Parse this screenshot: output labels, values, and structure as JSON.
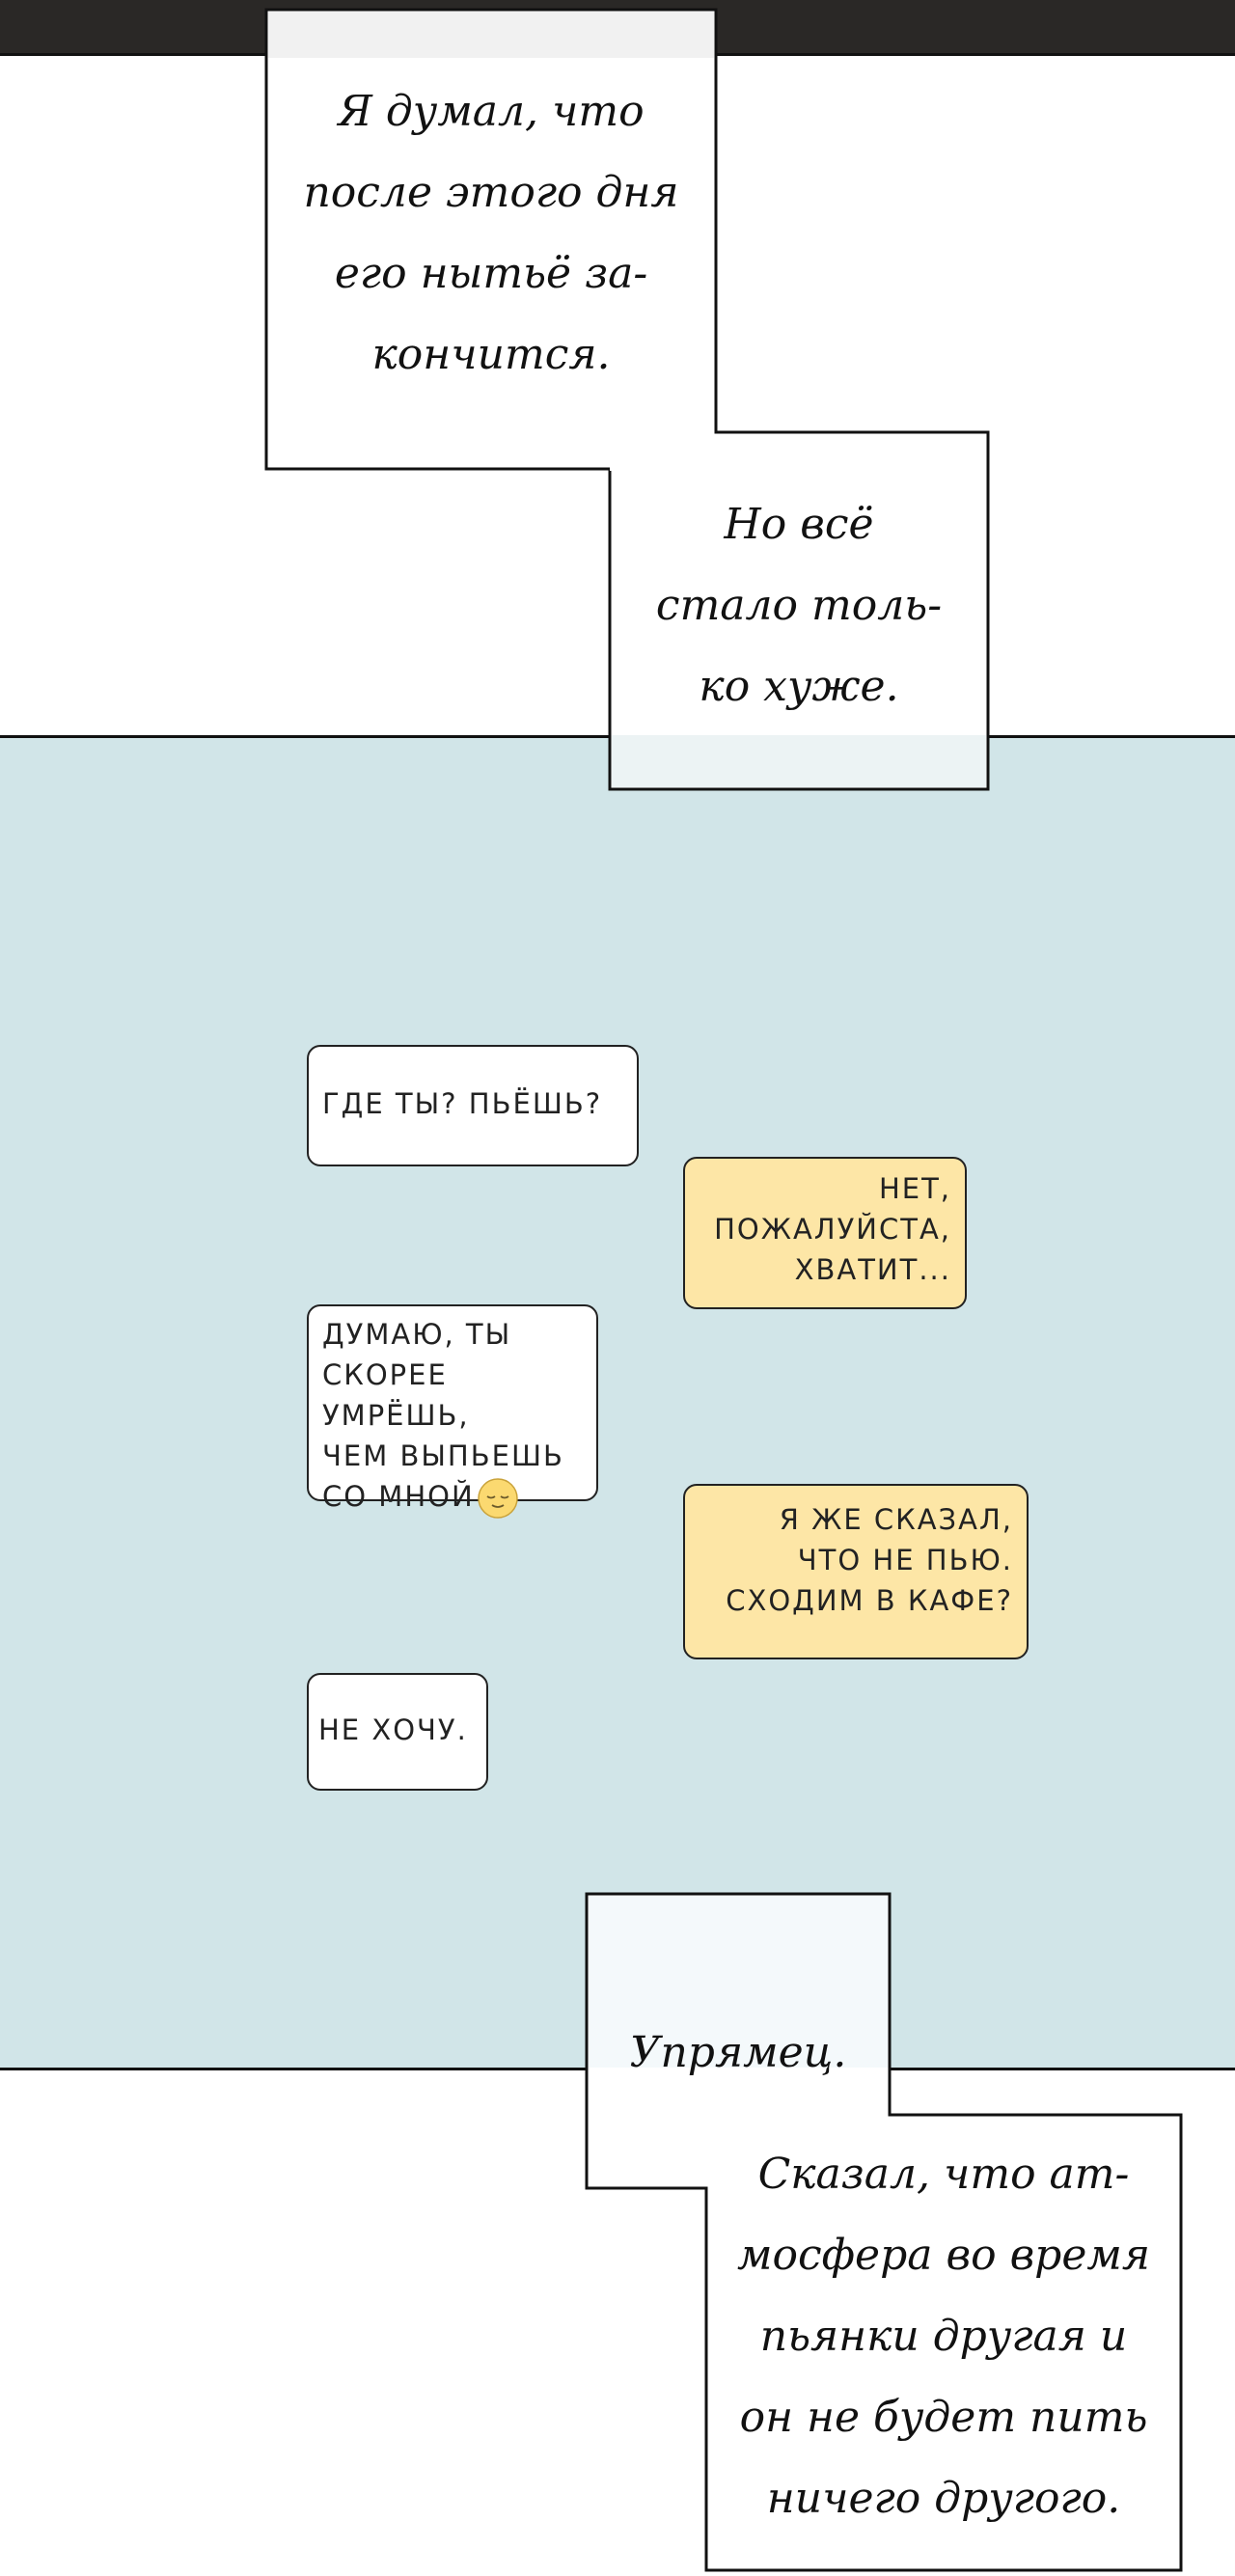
{
  "captions": {
    "c1": "Я думал, что\nпосле этого дня\nего нытьё за-\nкончится.",
    "c2": "Но всё\nстало толь-\nко хуже.",
    "c3": "Упрямец.",
    "c4": "Сказал, что ат-\nмосфера во время\nпьянки другая и\nон не будет пить\nничего другого."
  },
  "chat": {
    "m1": "ГДЕ ТЫ? ПЬЁШЬ?",
    "m2": "НЕТ,\nПОЖАЛУЙСТА,\nХВАТИТ...",
    "m3": "ДУМАЮ, ТЫ\nСКОРЕЕ УМРЁШЬ,\nЧЕМ ВЫПЬЕШЬ\nСО МНОЙ",
    "m3_emoji": "smiling-face-icon",
    "m4": "Я ЖЕ СКАЗАЛ,\nЧТО НЕ ПЬЮ.\nСХОДИМ В КАФЕ?",
    "m5": "НЕ ХОЧУ."
  },
  "colors": {
    "panel_bg": "#d1e5e8",
    "topbar": "#2a2826",
    "bubble_left": "#ffffff",
    "bubble_right": "#fde6a6",
    "emoji": "#fbd970"
  }
}
